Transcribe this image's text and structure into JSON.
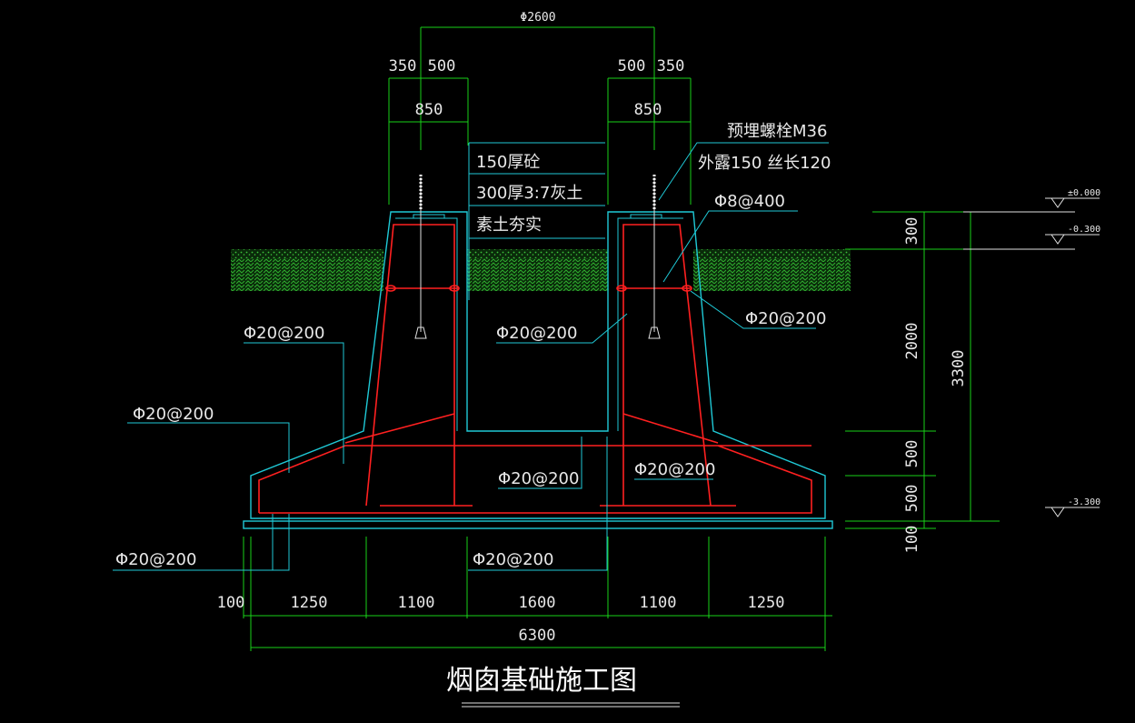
{
  "drawing": {
    "title": "烟囱基础施工图",
    "colors": {
      "background": "#000000",
      "concrete_outline": "#1fc9d6",
      "rebar": "#ff2020",
      "dimension": "#19d119",
      "soil": "#1f7a1f",
      "text": "#e8e8e8"
    },
    "top_dims": {
      "diameter": "Φ2600",
      "left_350": "350",
      "left_500": "500",
      "right_500": "500",
      "right_350": "350",
      "left_850": "850",
      "right_850": "850"
    },
    "layers": {
      "layer1": "150厚砼",
      "layer2": "300厚3:7灰土",
      "layer3": "素土夯实"
    },
    "bolt": {
      "line1": "预埋螺栓M36",
      "line2": "外露150 丝长120"
    },
    "stirrup": "Φ8@400",
    "rebar_labels": {
      "upper_left": "Φ20@200",
      "middle_left": "Φ20@200",
      "lower_left": "Φ20@200",
      "center_upper": "Φ20@200",
      "center_middle": "Φ20@200",
      "center_lower": "Φ20@200",
      "right_upper": "Φ20@200",
      "right_middle": "Φ20@200"
    },
    "elevations": {
      "top": "±0.000",
      "grade": "-0.300",
      "bottom": "-3.300"
    },
    "right_dims": {
      "d300": "300",
      "d2000": "2000",
      "d500a": "500",
      "d500b": "500",
      "d100": "100",
      "d3300": "3300"
    },
    "bottom_dims": {
      "d100": "100",
      "d1250a": "1250",
      "d1100a": "1100",
      "d1600": "1600",
      "d1100b": "1100",
      "d1250b": "1250",
      "total": "6300"
    }
  }
}
